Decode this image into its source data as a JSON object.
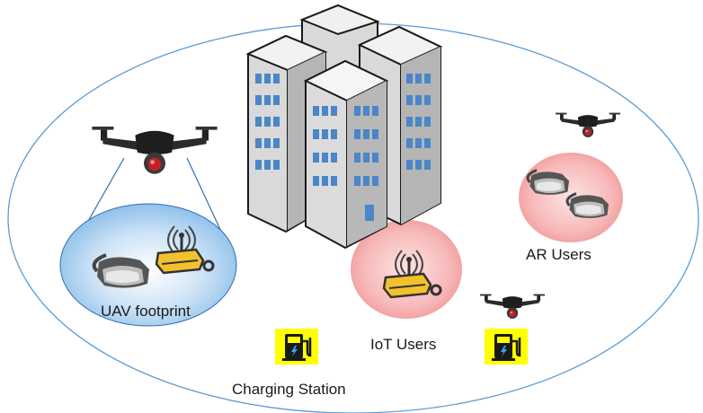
{
  "labels": {
    "uav_footprint": "UAV footprint",
    "iot_users": "IoT Users",
    "ar_users": "AR Users",
    "charging_station": "Charging Station"
  },
  "colors": {
    "outer_ellipse": "#5b9bd5",
    "footprint_fill": "#9ec8ee",
    "user_zone_fill": "#f4a9a9",
    "charger_bg": "#ffff00",
    "building_window": "#4a86c8",
    "iot_device": "#f2c12e"
  },
  "icons": [
    "uav-drone-icon",
    "vr-headset-icon",
    "iot-device-icon",
    "office-building-icon",
    "ev-charger-icon"
  ]
}
